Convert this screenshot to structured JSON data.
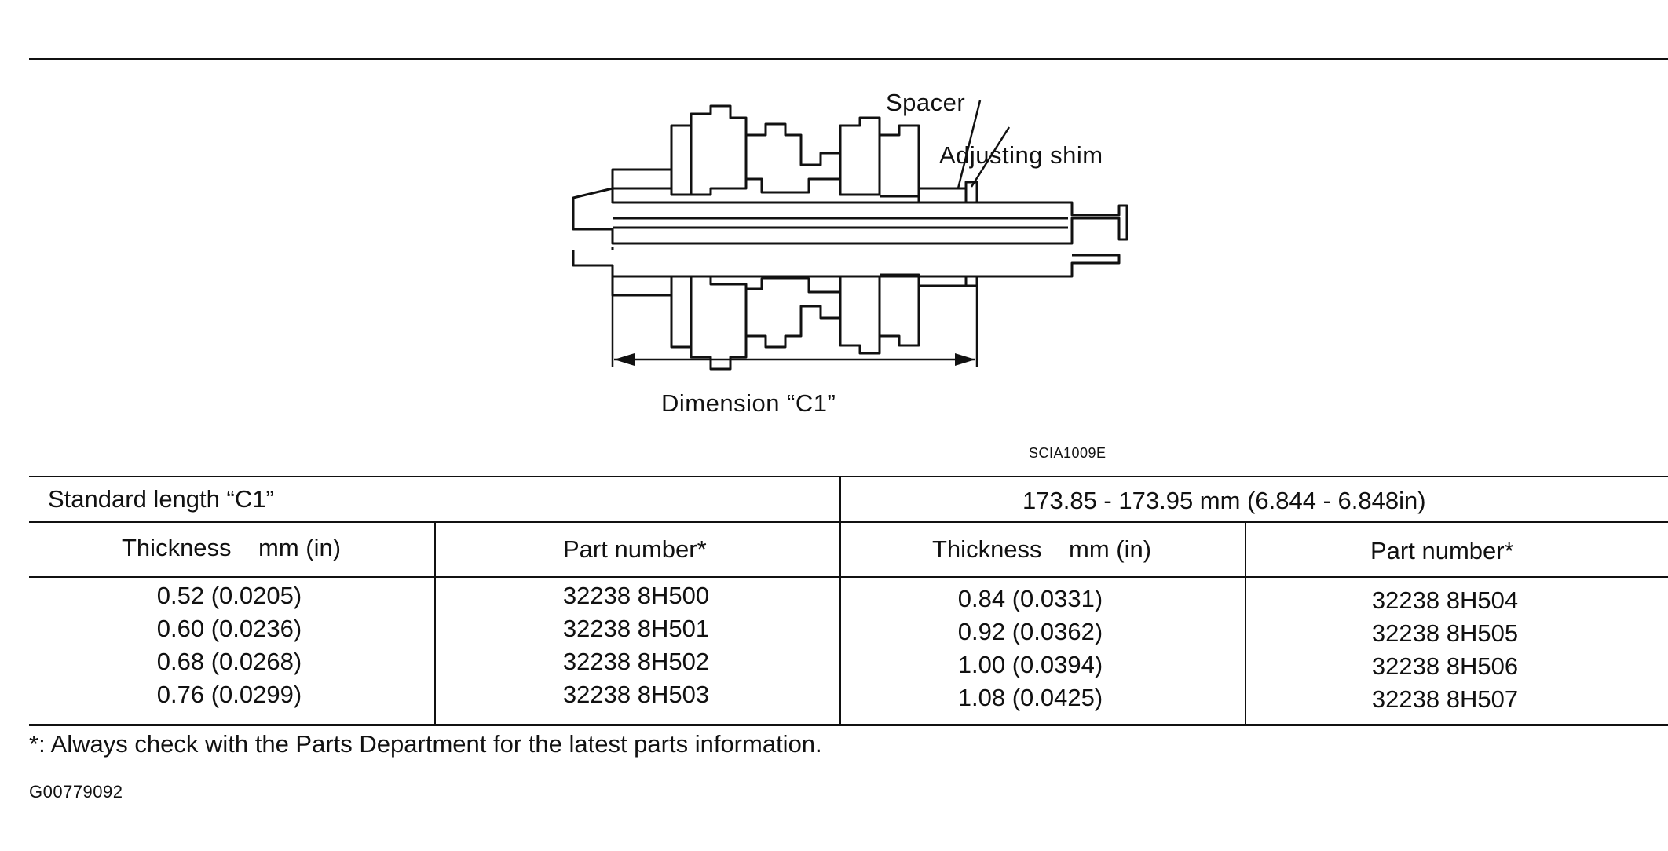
{
  "figure": {
    "labels": {
      "spacer": "Spacer",
      "adjusting_shim": "Adjusting shim",
      "dimension": "Dimension “C1”"
    },
    "code": "SCIA1009E"
  },
  "table": {
    "standard_label": "Standard length “C1”",
    "standard_value": "173.85 - 173.95 mm (6.844 - 6.848in)",
    "headers": {
      "thickness": "Thickness    mm (in)",
      "part_number": "Part number*"
    },
    "left_rows": [
      {
        "thickness": "0.52 (0.0205)",
        "part": "32238 8H500"
      },
      {
        "thickness": "0.60 (0.0236)",
        "part": "32238 8H501"
      },
      {
        "thickness": "0.68 (0.0268)",
        "part": "32238 8H502"
      },
      {
        "thickness": "0.76 (0.0299)",
        "part": "32238 8H503"
      }
    ],
    "right_rows": [
      {
        "thickness": "0.84 (0.0331)",
        "part": "32238 8H504"
      },
      {
        "thickness": "0.92 (0.0362)",
        "part": "32238 8H505"
      },
      {
        "thickness": "1.00 (0.0394)",
        "part": "32238 8H506"
      },
      {
        "thickness": "1.08 (0.0425)",
        "part": "32238 8H507"
      }
    ]
  },
  "footnote": "*: Always check with the Parts Department for the latest parts information.",
  "doc_id": "G00779092"
}
